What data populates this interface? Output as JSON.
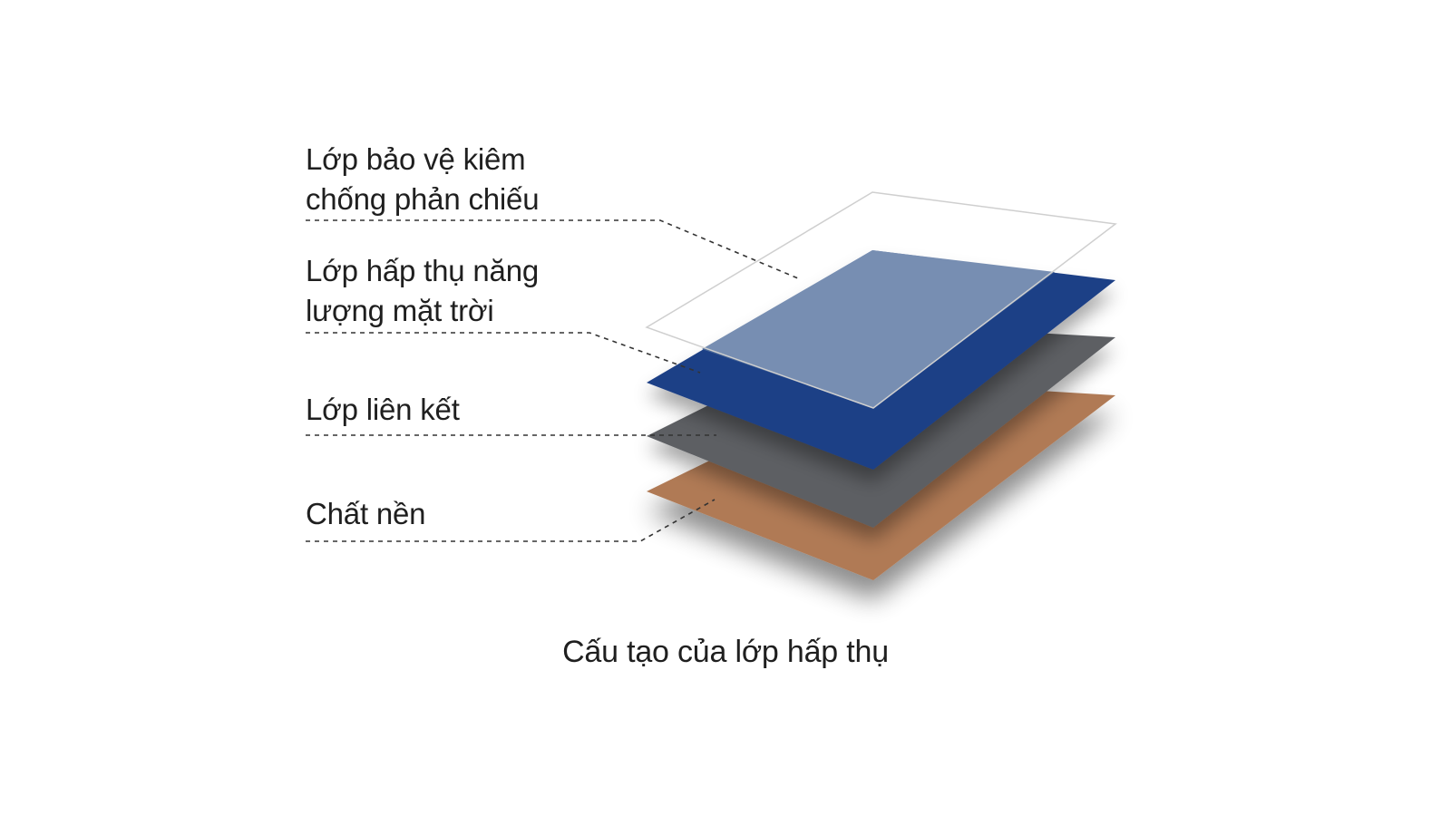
{
  "diagram": {
    "layers": [
      {
        "lines": [
          "Lớp bảo vệ kiêm",
          "chống phản chiếu"
        ]
      },
      {
        "lines": [
          "Lớp hấp thụ năng",
          "lượng mặt trời"
        ]
      },
      {
        "lines": [
          "Lớp liên kết"
        ]
      },
      {
        "lines": [
          "Chất nền"
        ]
      }
    ],
    "caption": "Cấu tạo của lớp hấp thụ",
    "colors": {
      "protective": "#ffffff",
      "absorber": "#1f3f86",
      "absorber_light": "#4a6898",
      "bonding": "#5d5f63",
      "substrate": "#b07a55",
      "leader_line": "#333333"
    }
  }
}
